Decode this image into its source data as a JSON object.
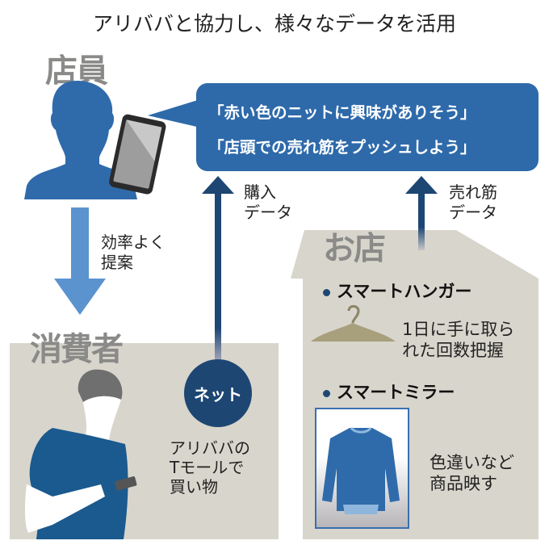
{
  "title": "アリババと協力し、様々なデータを活用",
  "staff": {
    "label": "店員"
  },
  "bubble": {
    "lines": [
      "「赤い色のニットに興味がありそう」",
      "「店頭での売れ筋をプッシュしよう」"
    ]
  },
  "arrows": {
    "purchase": [
      "購入",
      "データ"
    ],
    "bestseller": [
      "売れ筋",
      "データ"
    ],
    "suggest": [
      "効率よく",
      "提案"
    ]
  },
  "consumer": {
    "label": "消費者",
    "net": "ネット",
    "shopping": [
      "アリババの",
      "Tモールで",
      "買い物"
    ]
  },
  "store": {
    "label": "お店",
    "hanger": {
      "title": "スマートハンガー",
      "desc": [
        "1日に手に取ら",
        "れた回数把握"
      ]
    },
    "mirror": {
      "title": "スマートミラー",
      "desc": [
        "色違いなど",
        "商品映す"
      ]
    }
  },
  "colors": {
    "blue": "#2e6aaa",
    "navy": "#1d4673",
    "light_blue": "#5b93cf",
    "beige": "#d8d5cc",
    "gray_label": "#8a8a88"
  }
}
